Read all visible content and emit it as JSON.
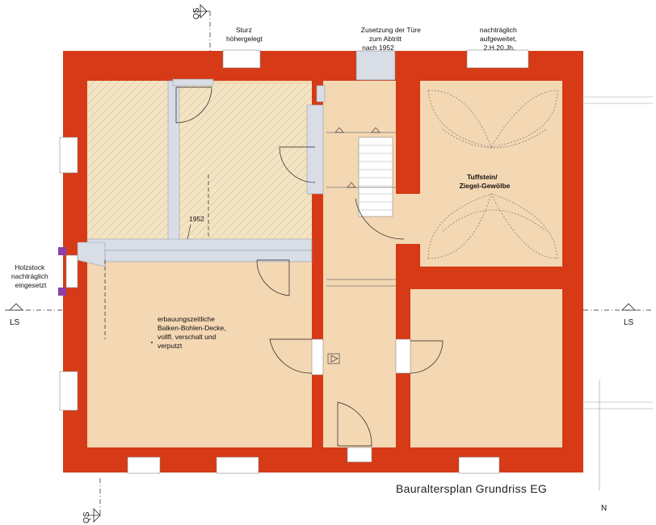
{
  "plan": {
    "title": "Bauraltersplan Grundriss EG",
    "north": "N",
    "section_markers": {
      "qs": "QS",
      "ls": "LS"
    },
    "year_label": "1952",
    "colors": {
      "wall": "#d63a16",
      "floor": "#f4d7b3",
      "hatch_floor": "#f2e4c4",
      "hatch_line": "#e2c08c",
      "later": "#d8dde6",
      "window": "#ffffff",
      "violet": "#8c3fa8"
    },
    "annotations": {
      "sturz": [
        "Sturz",
        "höhergelegt"
      ],
      "zusetzung": [
        "Zusetzung der Türe",
        "zum Abtritt",
        "nach 1952"
      ],
      "aufgeweitet": [
        "nachträglich",
        "aufgeweitet,",
        "2.H.20.Jh."
      ],
      "holzstock": [
        "Holzstock",
        "nachträglich",
        "eingesetzt"
      ],
      "gewoelbe": [
        "Tuffstein/",
        "Ziegel-Gewölbe"
      ],
      "decke": [
        "erbauungszeitliche",
        "Balken-Bohlen-Decke,",
        "vollfl. verschalt und",
        "verputzt"
      ]
    }
  }
}
